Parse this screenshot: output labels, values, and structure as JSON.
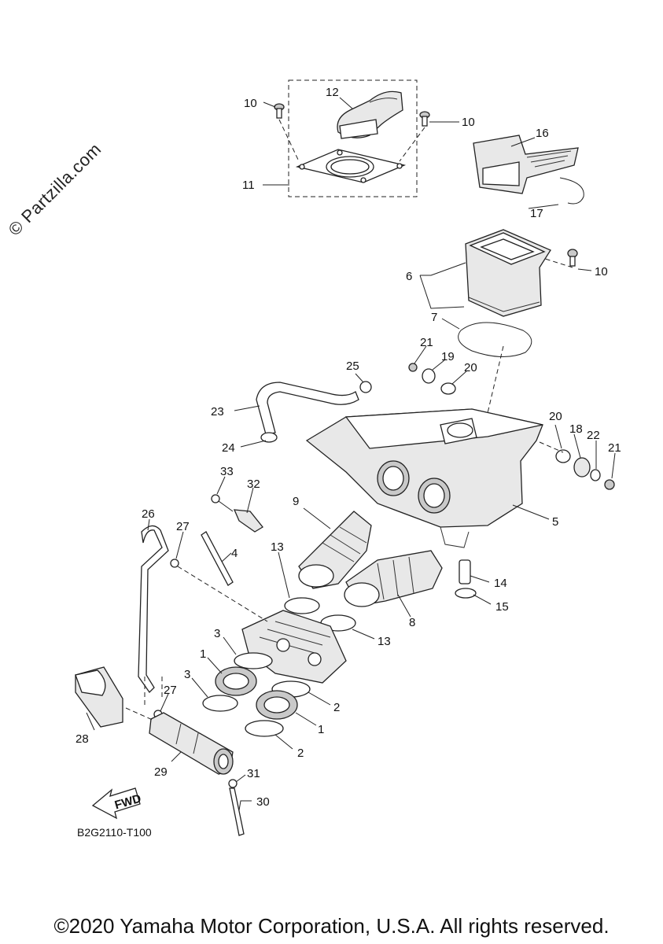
{
  "watermark": "© Partzilla.com",
  "diagram_code": "B2G2110-T100",
  "copyright": "©2020 Yamaha Motor Corporation, U.S.A. All rights reserved.",
  "fwd_label": "FWD",
  "callouts": {
    "c10a": "10",
    "c10b": "10",
    "c10c": "10",
    "c11": "11",
    "c12": "12",
    "c16": "16",
    "c17": "17",
    "c6": "6",
    "c7": "7",
    "c21a": "21",
    "c21b": "21",
    "c19": "19",
    "c20a": "20",
    "c20b": "20",
    "c25": "25",
    "c23": "23",
    "c24": "24",
    "c18": "18",
    "c22": "22",
    "c5": "5",
    "c33": "33",
    "c32": "32",
    "c9": "9",
    "c26": "26",
    "c27a": "27",
    "c27b": "27",
    "c4": "4",
    "c13a": "13",
    "c13b": "13",
    "c14": "14",
    "c15": "15",
    "c8": "8",
    "c3a": "3",
    "c3b": "3",
    "c1a": "1",
    "c1b": "1",
    "c2a": "2",
    "c2b": "2",
    "c28": "28",
    "c29": "29",
    "c31": "31",
    "c30": "30"
  }
}
